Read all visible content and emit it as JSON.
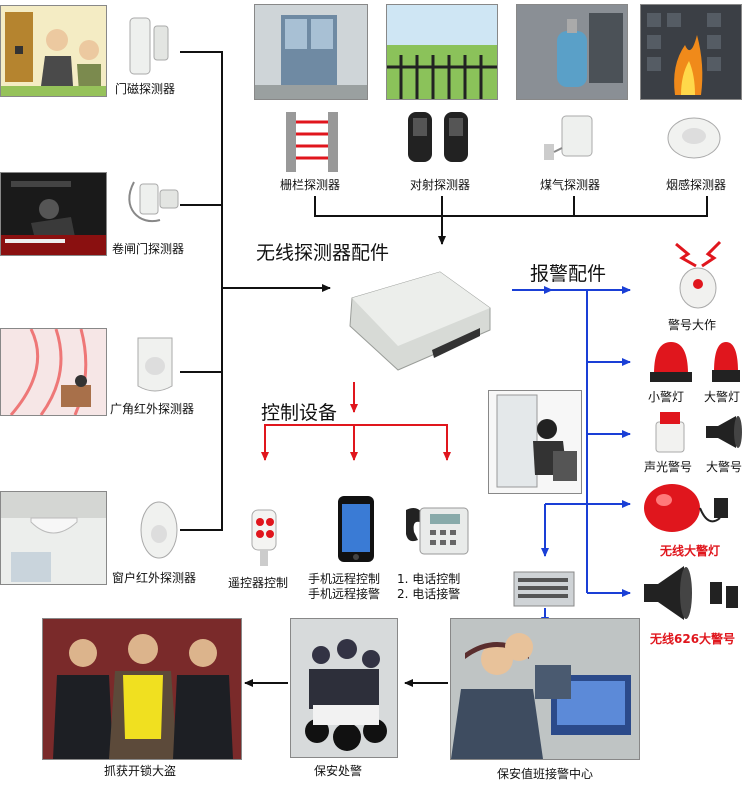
{
  "diagram": {
    "sections": {
      "wireless": "无线探测器配件",
      "alarm": "报警配件",
      "control": "控制设备"
    },
    "detectors_left": [
      {
        "label": "门磁探测器"
      },
      {
        "label": "卷闸门探测器"
      },
      {
        "label": "广角红外探测器"
      },
      {
        "label": "窗户红外探测器"
      }
    ],
    "detectors_top": [
      {
        "label": "栅栏探测器"
      },
      {
        "label": "对射探测器"
      },
      {
        "label": "煤气探测器"
      },
      {
        "label": "烟感探测器"
      }
    ],
    "alarm_accessories": [
      {
        "label": "警号大作"
      },
      {
        "label": "小警灯"
      },
      {
        "label": "大警灯"
      },
      {
        "label": "声光警号"
      },
      {
        "label": "大警号"
      },
      {
        "label": "无线大警灯"
      },
      {
        "label": "无线626大警号"
      }
    ],
    "control_devices": {
      "remote": "遥控器控制",
      "mobile": [
        "手机远程控制",
        "手机远程接警"
      ],
      "phone": [
        "1. 电话控制",
        "2. 电话接警"
      ]
    },
    "response_chain": [
      {
        "label": "抓获开锁大盗"
      },
      {
        "label": "保安处警"
      },
      {
        "label": "保安值班接警中心"
      }
    ],
    "colors": {
      "black_line": "#111111",
      "blue_line": "#1a3fd6",
      "red_line": "#e0161d",
      "wireless_label": "#e0161d"
    }
  }
}
